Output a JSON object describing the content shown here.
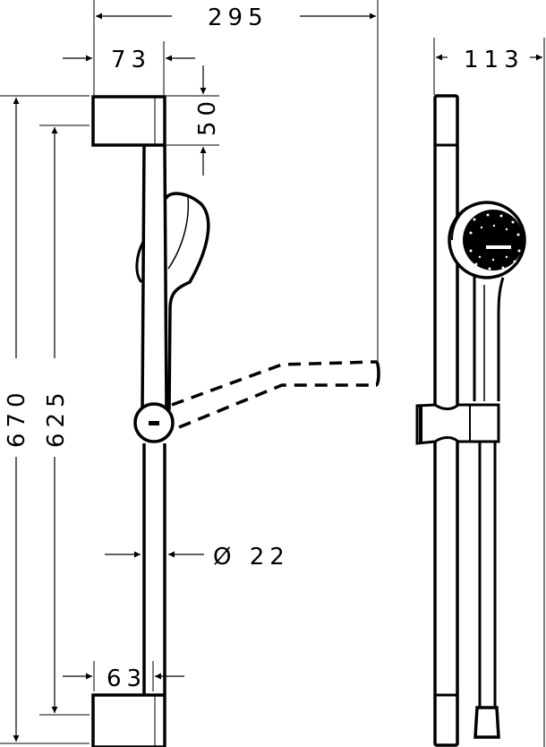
{
  "drawing": {
    "title": "Shower rail set technical drawing",
    "unit": "mm",
    "stroke_color": "#000000",
    "background_color": "#ffffff"
  },
  "dimensions": {
    "overall_projection": {
      "label": "295",
      "orientation": "horizontal"
    },
    "wall_bracket_top_width": {
      "label": "73",
      "orientation": "horizontal"
    },
    "wall_bracket_height": {
      "label": "50",
      "orientation": "vertical"
    },
    "overall_height": {
      "label": "670",
      "orientation": "vertical"
    },
    "bracket_centers": {
      "label": "625",
      "orientation": "vertical"
    },
    "rail_diameter": {
      "label": "Ø 22",
      "symbol": "Ø",
      "value": "22",
      "orientation": "horizontal"
    },
    "wall_bracket_bottom_width": {
      "label": "63",
      "orientation": "horizontal"
    },
    "side_view_depth": {
      "label": "113",
      "orientation": "horizontal"
    }
  },
  "views": [
    {
      "name": "front-view",
      "components": [
        "top-wall-bracket",
        "rail",
        "hand-shower",
        "slider-holder",
        "swivel-shower-outline",
        "bottom-wall-bracket"
      ]
    },
    {
      "name": "side-view",
      "components": [
        "rail",
        "hand-shower-face",
        "slider",
        "hose",
        "hose-end"
      ]
    }
  ]
}
